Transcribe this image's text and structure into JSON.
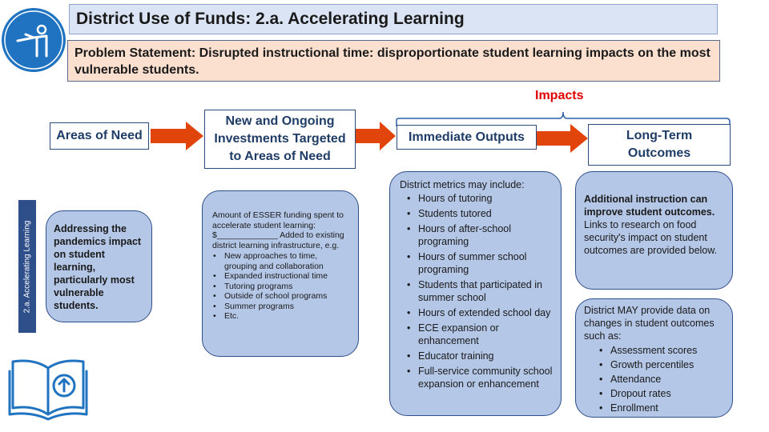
{
  "title": "District Use of Funds: 2.a. Accelerating Learning",
  "problem_statement": "Problem Statement: Disrupted instructional time: disproportionate student learning  impacts on the most vulnerable students.",
  "impacts_label": "Impacts",
  "headers": {
    "areas_of_need": "Areas of Need",
    "investments": "New and Ongoing Investments Targeted to Areas of Need",
    "immediate_outputs": "Immediate Outputs",
    "long_term_outcomes": "Long-Term Outcomes"
  },
  "side_tab": "2.a. Accelerating Learning",
  "areas_box": "Addressing the pandemics impact on student learning, particularly most vulnerable students.",
  "investments_box": {
    "intro": "Amount of ESSER funding spent to accelerate student learning: $_____________ Added to existing district learning infrastructure, e.g.",
    "items": [
      "New approaches to time, grouping and collaboration",
      "Expanded instructional time",
      "Tutoring programs",
      "Outside of school programs",
      "Summer programs",
      "Etc."
    ]
  },
  "outputs_box": {
    "intro": "District metrics may include:",
    "items": [
      "Hours of tutoring",
      "Students tutored",
      "Hours of after-school programing",
      "Hours of summer school programing",
      "Students that participated in summer school",
      "Hours of extended school day",
      "ECE expansion or enhancement",
      "Educator training",
      "Full-service community school expansion or enhancement"
    ]
  },
  "outcomes_box1": {
    "bold": "Additional instruction can improve student outcomes.",
    "rest": " Links to research on food security's impact on student outcomes are provided below."
  },
  "outcomes_box2": {
    "intro": "District MAY provide data on changes in student outcomes such as:",
    "items": [
      "Assessment scores",
      "Growth percentiles",
      "Attendance",
      "Dropout rates",
      "Enrollment"
    ]
  },
  "colors": {
    "accent_blue": "#1f73c0",
    "arrow_orange": "#e2450c",
    "impacts_red": "#e00000",
    "box_fill": "#b4c7e7"
  },
  "icons": [
    "teacher-pointing-icon",
    "open-book-upload-icon"
  ]
}
